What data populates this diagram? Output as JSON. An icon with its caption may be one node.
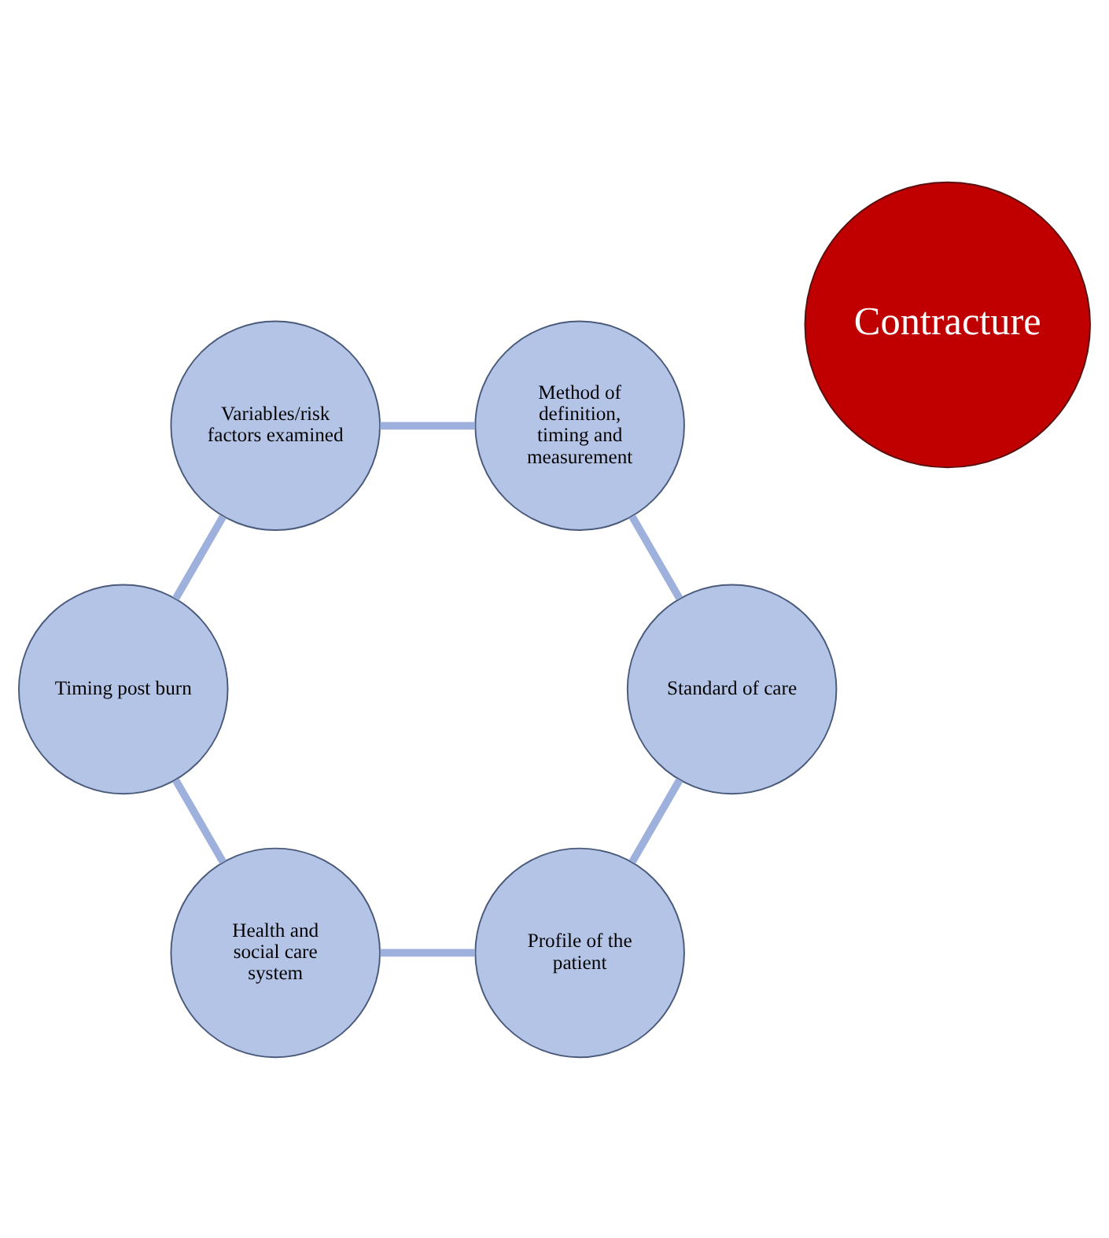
{
  "diagram": {
    "nodes": [
      {
        "text": [
          "Profile of the patient"
        ]
      },
      {
        "text": [
          "Standard of care"
        ]
      },
      {
        "text": [
          "Health and social care system"
        ]
      },
      {
        "text": [
          "Contracture"
        ]
      },
      {
        "text": [
          "Method of definition, timing and measurement"
        ]
      },
      {
        "text": [
          "Timing post burn"
        ]
      },
      {
        "text": [
          "Variables/risk factors examined"
        ]
      }
    ],
    "edges": [
      {
        "from": 0,
        "to": 2,
        "arrow": "none"
      },
      {
        "from": 2,
        "to": 5,
        "arrow": "none"
      },
      {
        "from": 5,
        "to": 6,
        "arrow": "none"
      },
      {
        "from": 6,
        "to": 4,
        "arrow": "none"
      },
      {
        "from": 4,
        "to": 1,
        "arrow": "none"
      },
      {
        "from": 1,
        "to": 0,
        "arrow": "none"
      }
    ]
  }
}
